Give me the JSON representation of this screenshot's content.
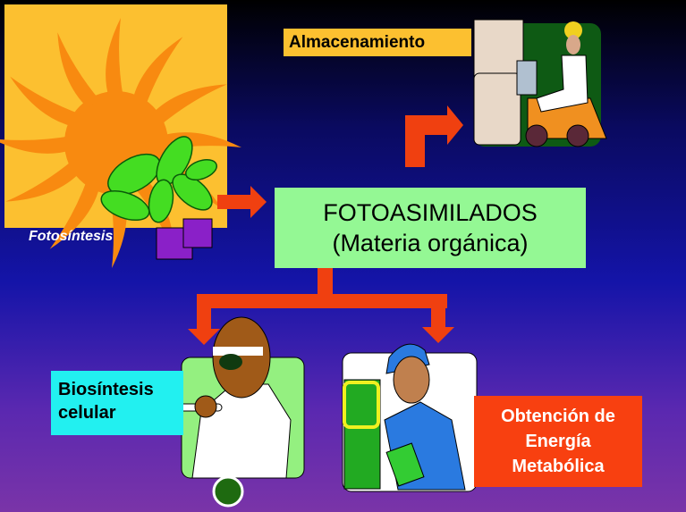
{
  "labels": {
    "photosynthesis": "Fotosíntesis",
    "main_line1": "FOTOASIMILADOS",
    "main_line2": "(Materia orgánica)",
    "storage": "Almacenamiento",
    "biosynthesis_line1": "Biosíntesis",
    "biosynthesis_line2": "celular",
    "energy_line1": "Obtención de",
    "energy_line2": "Energía",
    "energy_line3": "Metabólica"
  },
  "colors": {
    "arrow": "#f04010",
    "sun_panel": "#fcc030",
    "sun": "#f88a10",
    "main_box": "#94f894",
    "bio_label": "#22f0f0",
    "energy_label": "#f84010"
  }
}
